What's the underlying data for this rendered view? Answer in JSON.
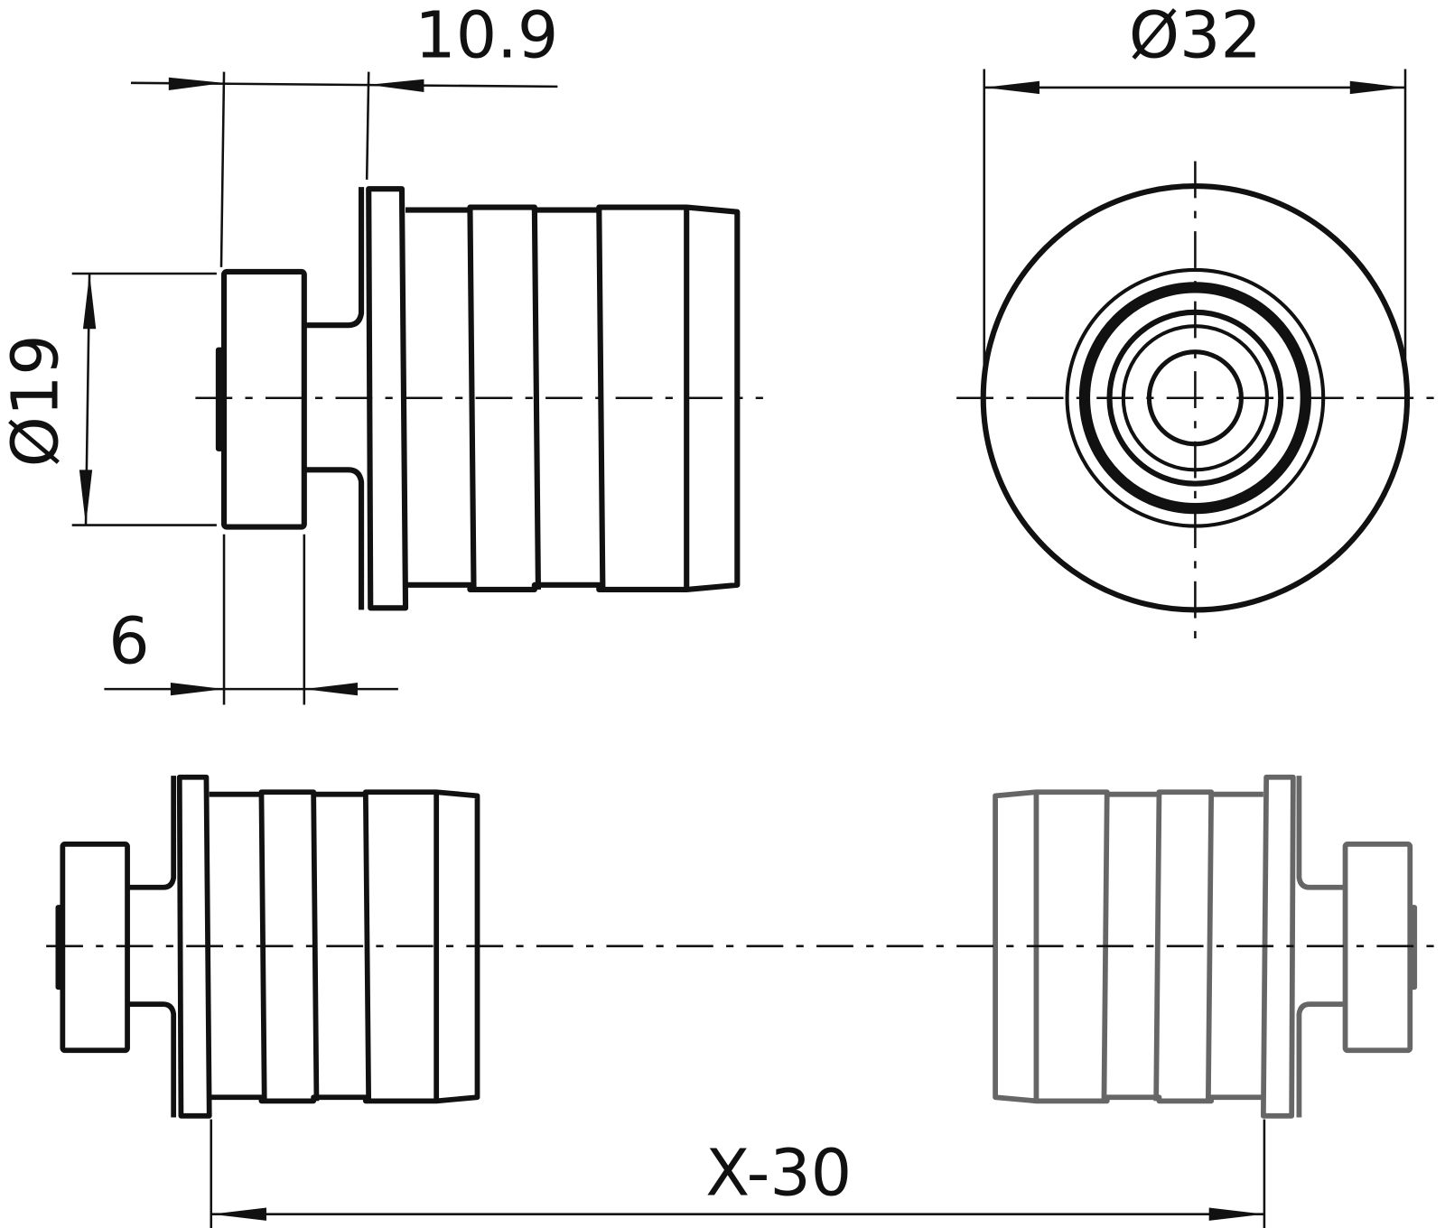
{
  "drawing": {
    "dimensions": {
      "flange_offset": "10.9",
      "outer_diameter": "Ø32",
      "knob_diameter": "Ø19",
      "knob_width": "6",
      "spacing": "X-30"
    },
    "colors": {
      "line": "#111111",
      "mirrored_part": "#666666"
    }
  }
}
